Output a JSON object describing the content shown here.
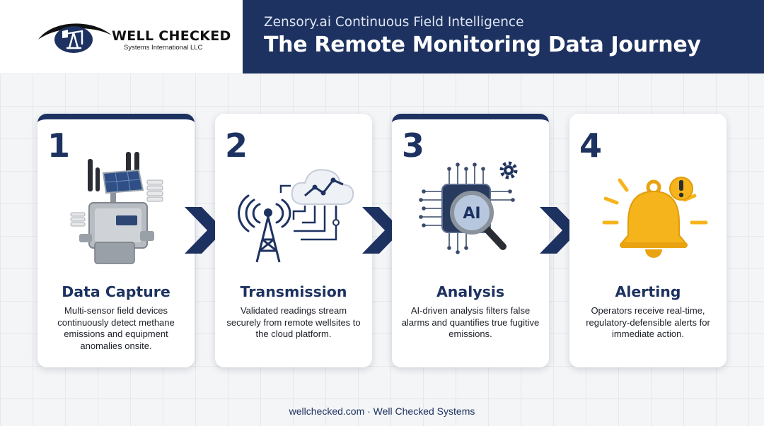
{
  "brand": {
    "name": "WELL CHECKED",
    "tagline": "Systems International LLC"
  },
  "header": {
    "subtitle": "Zensory.ai Continuous Field Intelligence",
    "title": "The Remote Monitoring Data Journey"
  },
  "steps": [
    {
      "number": "1",
      "title": "Data Capture",
      "description": "Multi-sensor field devices continuously detect methane emissions and equipment anomalies onsite.",
      "icon": "field-sensor-device-icon"
    },
    {
      "number": "2",
      "title": "Transmission",
      "description": "Validated readings stream securely from remote wellsites to the cloud platform.",
      "icon": "radio-tower-cloud-icon"
    },
    {
      "number": "3",
      "title": "Analysis",
      "description": "AI-driven analysis filters false alarms and quantifies true fugitive emissions.",
      "icon": "ai-chip-magnifier-icon"
    },
    {
      "number": "4",
      "title": "Alerting",
      "description": "Operators receive real-time, regulatory-defensible alerts for immediate action.",
      "icon": "alert-bell-icon"
    }
  ],
  "footer": {
    "text": "wellchecked.com · Well Checked Systems"
  },
  "colors": {
    "navy": "#1d3260",
    "bell_gold": "#f5b41c",
    "background": "#f4f5f7"
  }
}
